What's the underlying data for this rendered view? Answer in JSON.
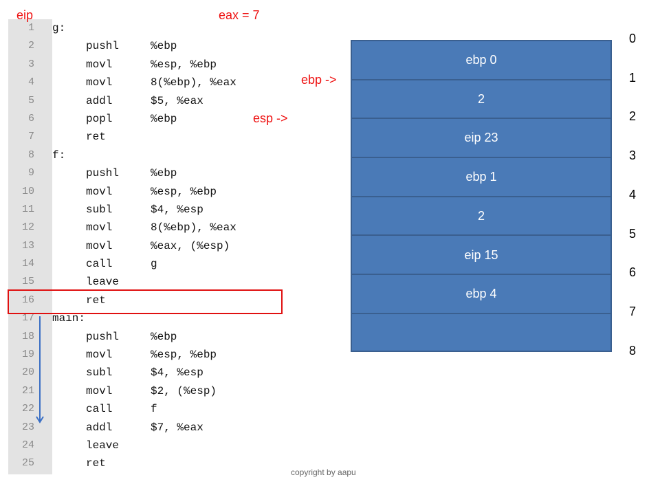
{
  "labels": {
    "eip": "eip",
    "eax": "eax = 7",
    "ebp_pointer": "ebp ->",
    "esp_pointer": "esp ->",
    "copyright": "copyright by aapu"
  },
  "code_lines": [
    {
      "num": "1",
      "label": "g:",
      "mnemonic": "",
      "operand": ""
    },
    {
      "num": "2",
      "label": "",
      "mnemonic": "pushl",
      "operand": "%ebp"
    },
    {
      "num": "3",
      "label": "",
      "mnemonic": "movl",
      "operand": "%esp, %ebp"
    },
    {
      "num": "4",
      "label": "",
      "mnemonic": "movl",
      "operand": "8(%ebp), %eax"
    },
    {
      "num": "5",
      "label": "",
      "mnemonic": "addl",
      "operand": "$5, %eax"
    },
    {
      "num": "6",
      "label": "",
      "mnemonic": "popl",
      "operand": "%ebp"
    },
    {
      "num": "7",
      "label": "",
      "mnemonic": "ret",
      "operand": ""
    },
    {
      "num": "8",
      "label": "f:",
      "mnemonic": "",
      "operand": ""
    },
    {
      "num": "9",
      "label": "",
      "mnemonic": "pushl",
      "operand": "%ebp"
    },
    {
      "num": "10",
      "label": "",
      "mnemonic": "movl",
      "operand": "%esp, %ebp"
    },
    {
      "num": "11",
      "label": "",
      "mnemonic": "subl",
      "operand": "$4, %esp"
    },
    {
      "num": "12",
      "label": "",
      "mnemonic": "movl",
      "operand": "8(%ebp), %eax"
    },
    {
      "num": "13",
      "label": "",
      "mnemonic": "movl",
      "operand": "%eax, (%esp)"
    },
    {
      "num": "14",
      "label": "",
      "mnemonic": "call",
      "operand": "g"
    },
    {
      "num": "15",
      "label": "",
      "mnemonic": "leave",
      "operand": ""
    },
    {
      "num": "16",
      "label": "",
      "mnemonic": "ret",
      "operand": ""
    },
    {
      "num": "17",
      "label": "main:",
      "mnemonic": "",
      "operand": ""
    },
    {
      "num": "18",
      "label": "",
      "mnemonic": "pushl",
      "operand": "%ebp"
    },
    {
      "num": "19",
      "label": "",
      "mnemonic": "movl",
      "operand": "%esp, %ebp"
    },
    {
      "num": "20",
      "label": "",
      "mnemonic": "subl",
      "operand": "$4, %esp"
    },
    {
      "num": "21",
      "label": "",
      "mnemonic": "movl",
      "operand": "$2, (%esp)"
    },
    {
      "num": "22",
      "label": "",
      "mnemonic": "call",
      "operand": "f"
    },
    {
      "num": "23",
      "label": "",
      "mnemonic": "addl",
      "operand": "$7, %eax"
    },
    {
      "num": "24",
      "label": "",
      "mnemonic": "leave",
      "operand": ""
    },
    {
      "num": "25",
      "label": "",
      "mnemonic": "ret",
      "operand": ""
    }
  ],
  "highlighted_line": "16",
  "stack_cells": [
    "ebp 0",
    "2",
    "eip 23",
    "ebp 1",
    "2",
    "eip 15",
    "ebp 4",
    ""
  ],
  "stack_indices": [
    "0",
    "1",
    "2",
    "3",
    "4",
    "5",
    "6",
    "7",
    "8"
  ],
  "colors": {
    "stack_fill": "#4a7ab7",
    "annotation_red": "#ee1111",
    "gutter": "#e3e3e3"
  }
}
